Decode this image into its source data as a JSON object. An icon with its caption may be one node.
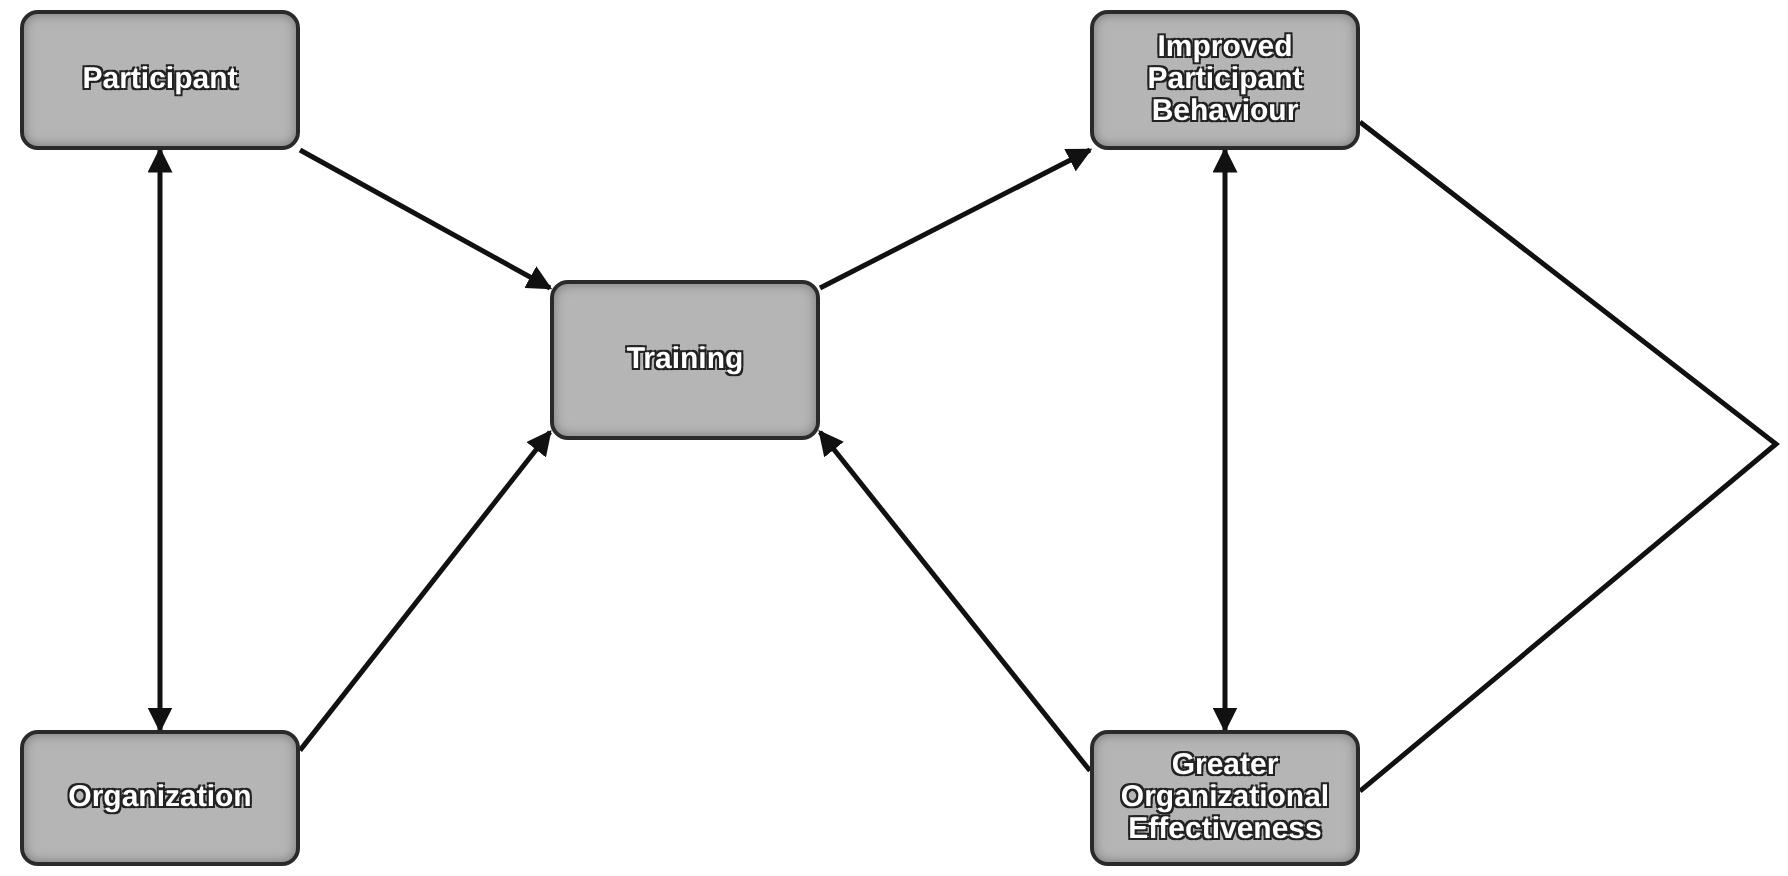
{
  "diagram": {
    "nodes": [
      {
        "text": [
          "Participant"
        ]
      },
      {
        "text": [
          "Organization"
        ]
      },
      {
        "text": [
          "Training"
        ]
      },
      {
        "text": [
          "Improved Participant Behaviour"
        ]
      },
      {
        "text": [
          "Greater Organizational Effectiveness"
        ]
      }
    ],
    "edges": [
      {
        "from": 0,
        "to": 1,
        "arrow": "both"
      },
      {
        "from": 0,
        "to": 2,
        "arrow": "to"
      },
      {
        "from": 1,
        "to": 2,
        "arrow": "to"
      },
      {
        "from": 2,
        "to": 3,
        "arrow": "to"
      },
      {
        "from": 4,
        "to": 2,
        "arrow": "to"
      },
      {
        "from": 3,
        "to": 4,
        "arrow": "both"
      },
      {
        "from": 3,
        "to": 4,
        "arrow": "none"
      }
    ]
  }
}
